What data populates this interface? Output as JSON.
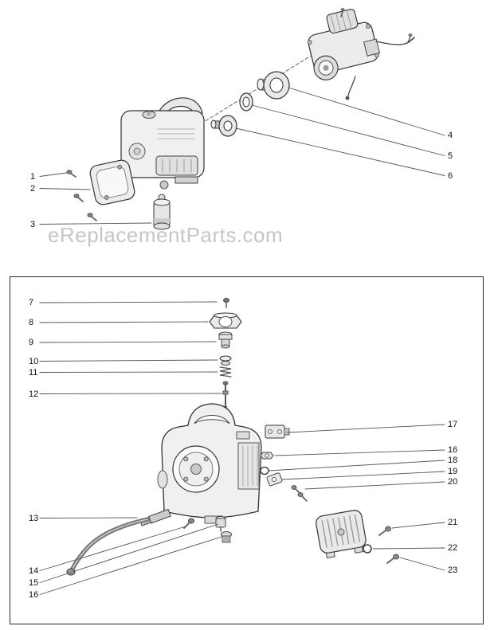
{
  "watermark": {
    "text": "eReplacementParts.com",
    "color": "#bdbdbd"
  },
  "colors": {
    "line": "#555555",
    "outline": "#333333",
    "fill_light": "#efefef",
    "background": "#ffffff"
  },
  "top_diagram": {
    "callouts_left": [
      {
        "label": "1"
      },
      {
        "label": "2"
      },
      {
        "label": "3"
      }
    ],
    "callouts_right": [
      {
        "label": "4"
      },
      {
        "label": "5"
      },
      {
        "label": "6"
      }
    ]
  },
  "bottom_diagram": {
    "callouts_upper_left": [
      {
        "label": "7"
      },
      {
        "label": "8"
      },
      {
        "label": "9"
      },
      {
        "label": "10"
      },
      {
        "label": "11"
      },
      {
        "label": "12"
      }
    ],
    "callouts_lower_left": [
      {
        "label": "13"
      },
      {
        "label": "14"
      },
      {
        "label": "15"
      },
      {
        "label": "16"
      }
    ],
    "callouts_right": [
      {
        "label": "17"
      },
      {
        "label": "16"
      },
      {
        "label": "18"
      },
      {
        "label": "19"
      },
      {
        "label": "20"
      },
      {
        "label": "21"
      },
      {
        "label": "22"
      },
      {
        "label": "23"
      }
    ]
  }
}
